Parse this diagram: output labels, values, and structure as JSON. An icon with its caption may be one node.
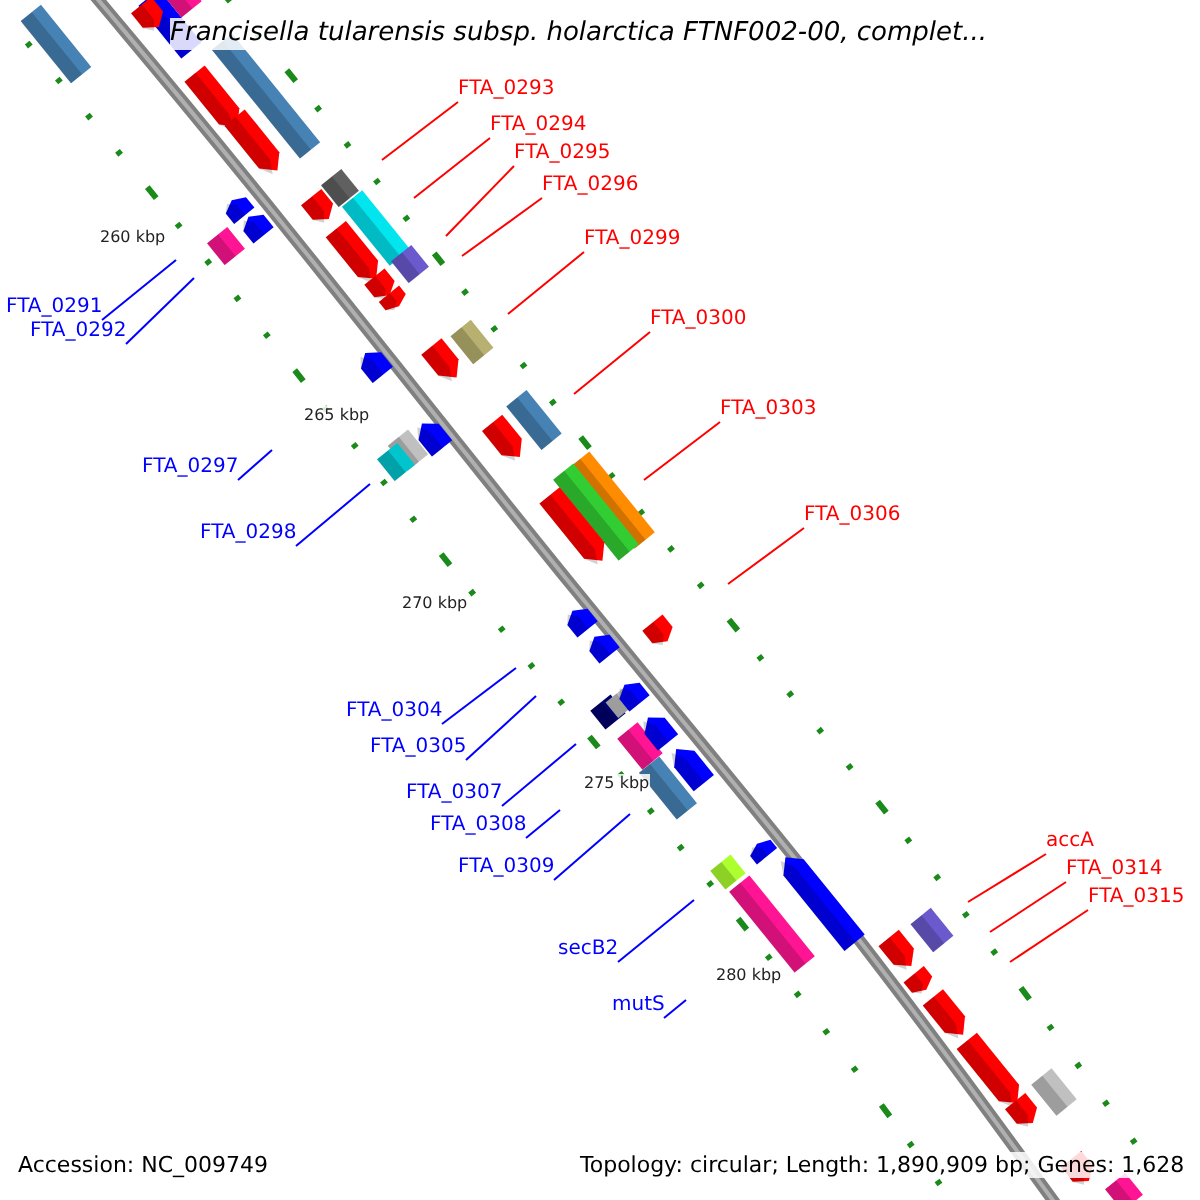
{
  "diagram": {
    "title": "Francisella tularensis subsp. holarctica FTNF002-00, complet...",
    "nodes": [
      {
        "text": [
          "FTA_0293"
        ]
      },
      {
        "text": [
          "FTA_0294"
        ]
      },
      {
        "text": [
          "FTA_0295"
        ]
      },
      {
        "text": [
          "FTA_0296"
        ]
      },
      {
        "text": [
          "FTA_0299"
        ]
      },
      {
        "text": [
          "FTA_0300"
        ]
      },
      {
        "text": [
          "FTA_0303"
        ]
      },
      {
        "text": [
          "FTA_0306"
        ]
      },
      {
        "text": [
          "FTA_0291"
        ]
      },
      {
        "text": [
          "FTA_0292"
        ]
      },
      {
        "text": [
          "FTA_0297"
        ]
      },
      {
        "text": [
          "FTA_0298"
        ]
      },
      {
        "text": [
          "FTA_0304"
        ]
      },
      {
        "text": [
          "FTA_0305"
        ]
      },
      {
        "text": [
          "FTA_0307"
        ]
      },
      {
        "text": [
          "FTA_0308"
        ]
      },
      {
        "text": [
          "FTA_0309"
        ]
      },
      {
        "text": [
          "accA"
        ]
      },
      {
        "text": [
          "FTA_0314"
        ]
      },
      {
        "text": [
          "FTA_0315"
        ]
      },
      {
        "text": [
          "secB2"
        ]
      },
      {
        "text": [
          "mutS"
        ]
      }
    ],
    "edges": [
      {
        "from": 0,
        "to": null,
        "arrow": "none",
        "color": "#ff0000"
      },
      {
        "from": 1,
        "to": null,
        "arrow": "none",
        "color": "#ff0000"
      },
      {
        "from": 2,
        "to": null,
        "arrow": "none",
        "color": "#ff0000"
      },
      {
        "from": 3,
        "to": null,
        "arrow": "none",
        "color": "#ff0000"
      },
      {
        "from": 4,
        "to": null,
        "arrow": "none",
        "color": "#ff0000"
      },
      {
        "from": 5,
        "to": null,
        "arrow": "none",
        "color": "#ff0000"
      },
      {
        "from": 6,
        "to": null,
        "arrow": "none",
        "color": "#ff0000"
      },
      {
        "from": 7,
        "to": null,
        "arrow": "none",
        "color": "#ff0000"
      },
      {
        "from": 8,
        "to": null,
        "arrow": "none",
        "color": "#0000ff"
      },
      {
        "from": 9,
        "to": null,
        "arrow": "none",
        "color": "#0000ff"
      },
      {
        "from": 10,
        "to": null,
        "arrow": "none",
        "color": "#0000ff"
      },
      {
        "from": 11,
        "to": null,
        "arrow": "none",
        "color": "#0000ff"
      },
      {
        "from": 12,
        "to": null,
        "arrow": "none",
        "color": "#0000ff"
      },
      {
        "from": 13,
        "to": null,
        "arrow": "none",
        "color": "#0000ff"
      },
      {
        "from": 14,
        "to": null,
        "arrow": "none",
        "color": "#0000ff"
      },
      {
        "from": 15,
        "to": null,
        "arrow": "none",
        "color": "#0000ff"
      },
      {
        "from": 16,
        "to": null,
        "arrow": "none",
        "color": "#0000ff"
      },
      {
        "from": 17,
        "to": null,
        "arrow": "none",
        "color": "#ff0000"
      },
      {
        "from": 18,
        "to": null,
        "arrow": "none",
        "color": "#ff0000"
      },
      {
        "from": 19,
        "to": null,
        "arrow": "none",
        "color": "#ff0000"
      },
      {
        "from": 20,
        "to": null,
        "arrow": "none",
        "color": "#0000ff"
      },
      {
        "from": 21,
        "to": null,
        "arrow": "none",
        "color": "#0000ff"
      }
    ],
    "labels": [
      "260 kbp",
      "265 kbp",
      "270 kbp",
      "275 kbp",
      "280 kbp",
      "Accession: NC_009749",
      "Topology: circular; Length: 1,890,909 bp; Genes: 1,628"
    ]
  }
}
